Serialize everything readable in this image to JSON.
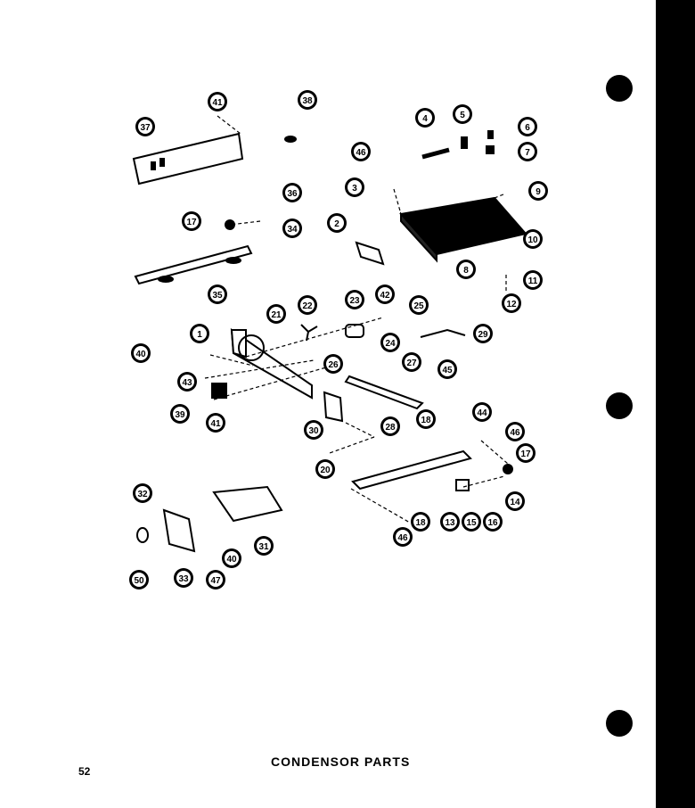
{
  "title": "CONDENSOR PARTS",
  "page_number": "52",
  "callouts": [
    {
      "n": "41"
    },
    {
      "n": "38"
    },
    {
      "n": "37"
    },
    {
      "n": "4"
    },
    {
      "n": "5"
    },
    {
      "n": "6"
    },
    {
      "n": "7"
    },
    {
      "n": "46"
    },
    {
      "n": "3"
    },
    {
      "n": "9"
    },
    {
      "n": "36"
    },
    {
      "n": "17"
    },
    {
      "n": "34"
    },
    {
      "n": "2"
    },
    {
      "n": "10"
    },
    {
      "n": "8"
    },
    {
      "n": "11"
    },
    {
      "n": "35"
    },
    {
      "n": "12"
    },
    {
      "n": "42"
    },
    {
      "n": "23"
    },
    {
      "n": "25"
    },
    {
      "n": "22"
    },
    {
      "n": "21"
    },
    {
      "n": "29"
    },
    {
      "n": "1"
    },
    {
      "n": "24"
    },
    {
      "n": "40"
    },
    {
      "n": "26"
    },
    {
      "n": "27"
    },
    {
      "n": "45"
    },
    {
      "n": "43"
    },
    {
      "n": "39"
    },
    {
      "n": "41"
    },
    {
      "n": "28"
    },
    {
      "n": "30"
    },
    {
      "n": "18"
    },
    {
      "n": "44"
    },
    {
      "n": "46"
    },
    {
      "n": "17"
    },
    {
      "n": "20"
    },
    {
      "n": "14"
    },
    {
      "n": "32"
    },
    {
      "n": "18"
    },
    {
      "n": "13"
    },
    {
      "n": "15"
    },
    {
      "n": "16"
    },
    {
      "n": "46"
    },
    {
      "n": "31"
    },
    {
      "n": "33"
    },
    {
      "n": "40"
    },
    {
      "n": "50"
    },
    {
      "n": "47"
    }
  ]
}
